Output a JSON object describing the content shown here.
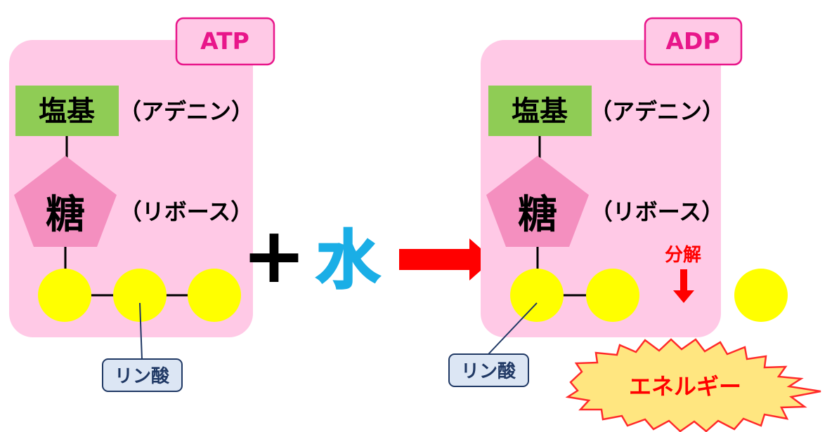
{
  "atp": {
    "title": "ATP",
    "base_label": "塩基",
    "base_name": "（アデニン）",
    "sugar_label": "糖",
    "sugar_name": "（リボース）",
    "phosphate_label": "リン酸",
    "phosphate_count": 3
  },
  "plus_symbol": "+",
  "water_label": "水",
  "adp": {
    "title": "ADP",
    "base_label": "塩基",
    "base_name": "（アデニン）",
    "sugar_label": "糖",
    "sugar_name": "（リボース）",
    "phosphate_label": "リン酸",
    "phosphate_count": 2
  },
  "decompose_label": "分解",
  "energy_label": "エネルギー",
  "colors": {
    "molecule_bg": "#ffc9e6",
    "title_border": "#e8168a",
    "title_bg": "#ffc9e6",
    "title_text": "#e8168a",
    "base_box": "#8fcc55",
    "sugar": "#f48fbf",
    "phosphate": "#ffff00",
    "water": "#1aaee6",
    "arrow": "#ff0000",
    "phosphate_label_bg": "#dce6f4",
    "phosphate_label_border": "#1f3864",
    "energy_fill": "#ffe680",
    "energy_stroke": "#ff2a2a",
    "energy_text": "#ff0000"
  }
}
